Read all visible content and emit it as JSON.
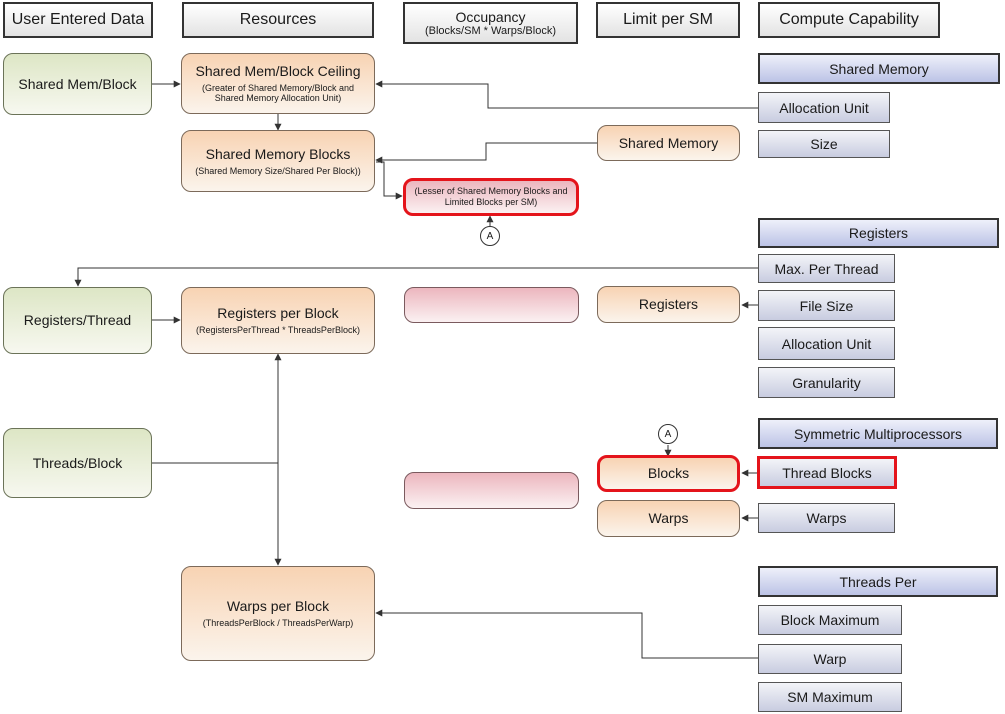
{
  "headers": {
    "user_entered": "User Entered Data",
    "resources": "Resources",
    "occupancy": "Occupancy",
    "occupancy_sub": "(Blocks/SM * Warps/Block)",
    "limit_per_sm": "Limit per SM",
    "compute_capability": "Compute Capability"
  },
  "user_inputs": {
    "shared_mem_block": "Shared Mem/Block",
    "registers_thread": "Registers/Thread",
    "threads_block": "Threads/Block"
  },
  "resources": {
    "shared_mem_ceiling": {
      "title": "Shared Mem/Block Ceiling",
      "sub": "(Greater of Shared Memory/Block and Shared Memory Allocation Unit)"
    },
    "shared_memory_blocks": {
      "title": "Shared Memory Blocks",
      "sub": "(Shared Memory Size/Shared Per Block))"
    },
    "registers_per_block": {
      "title": "Registers per Block",
      "sub": "(RegistersPerThread * ThreadsPerBlock)"
    },
    "warps_per_block": {
      "title": "Warps per Block",
      "sub": "(ThreadsPerBlock / ThreadsPerWarp)"
    }
  },
  "occupancy": {
    "lesser_of": "(Lesser of Shared Memory Blocks and Limited Blocks per SM)"
  },
  "limits": {
    "shared_memory": "Shared Memory",
    "registers": "Registers",
    "blocks": "Blocks",
    "warps": "Warps"
  },
  "connector_label": "A",
  "compute": {
    "shared_memory": {
      "title": "Shared Memory",
      "items": [
        "Allocation Unit",
        "Size"
      ]
    },
    "registers": {
      "title": "Registers",
      "items": [
        "Max. Per Thread",
        "File Size",
        "Allocation Unit",
        "Granularity"
      ]
    },
    "sm": {
      "title": "Symmetric Multiprocessors",
      "items": [
        "Thread Blocks",
        "Warps"
      ]
    },
    "threads_per": {
      "title": "Threads Per",
      "items": [
        "Block Maximum",
        "Warp",
        "SM Maximum"
      ]
    }
  },
  "colors": {
    "highlight": "#e4141b",
    "user_fill": "#dde6c5",
    "resource_fill": "#f8d3b3",
    "occupancy_fill": "#ecb6be",
    "compute_fill": "#bcc3e6"
  }
}
